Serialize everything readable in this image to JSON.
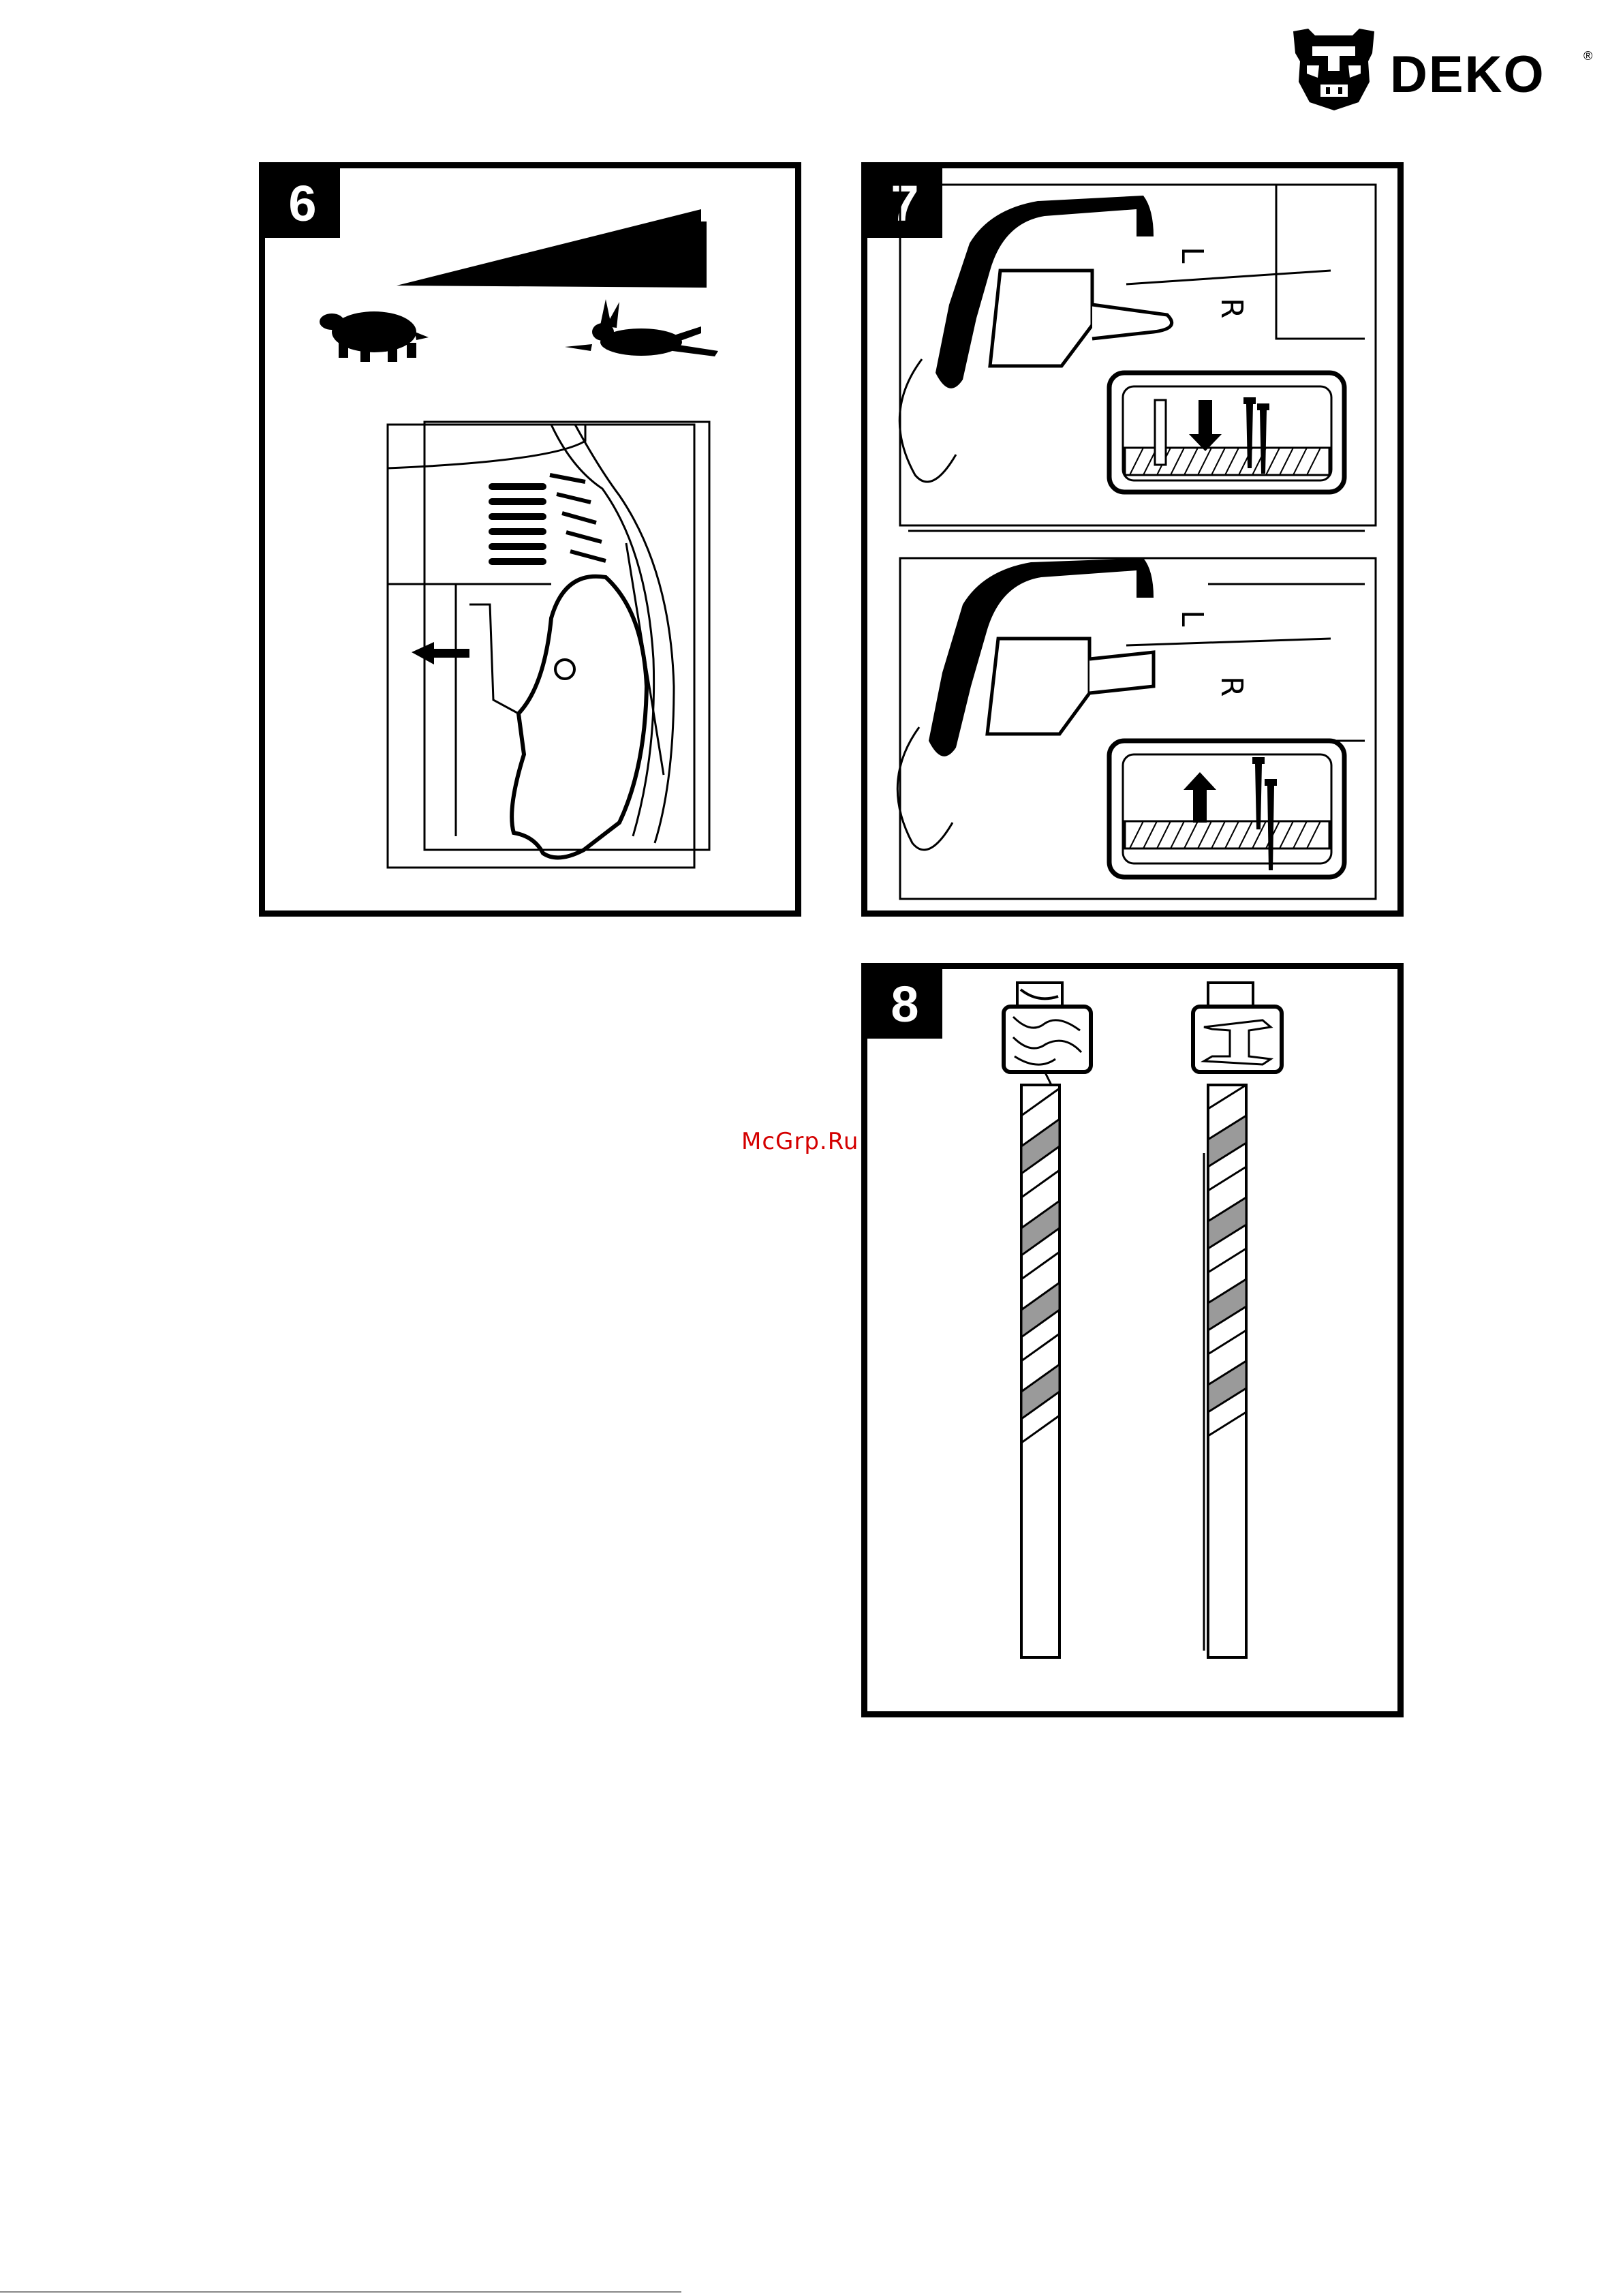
{
  "brand": {
    "name": "DEKO",
    "registered": "®"
  },
  "panels": [
    {
      "number": "6"
    },
    {
      "number": "7",
      "labels": [
        "L",
        "R"
      ]
    },
    {
      "number": "8"
    }
  ],
  "watermark": "McGrp.Ru",
  "colors": {
    "ink": "#000000",
    "watermark": "#d40000",
    "hatch_gray": "#9a9a9a"
  }
}
